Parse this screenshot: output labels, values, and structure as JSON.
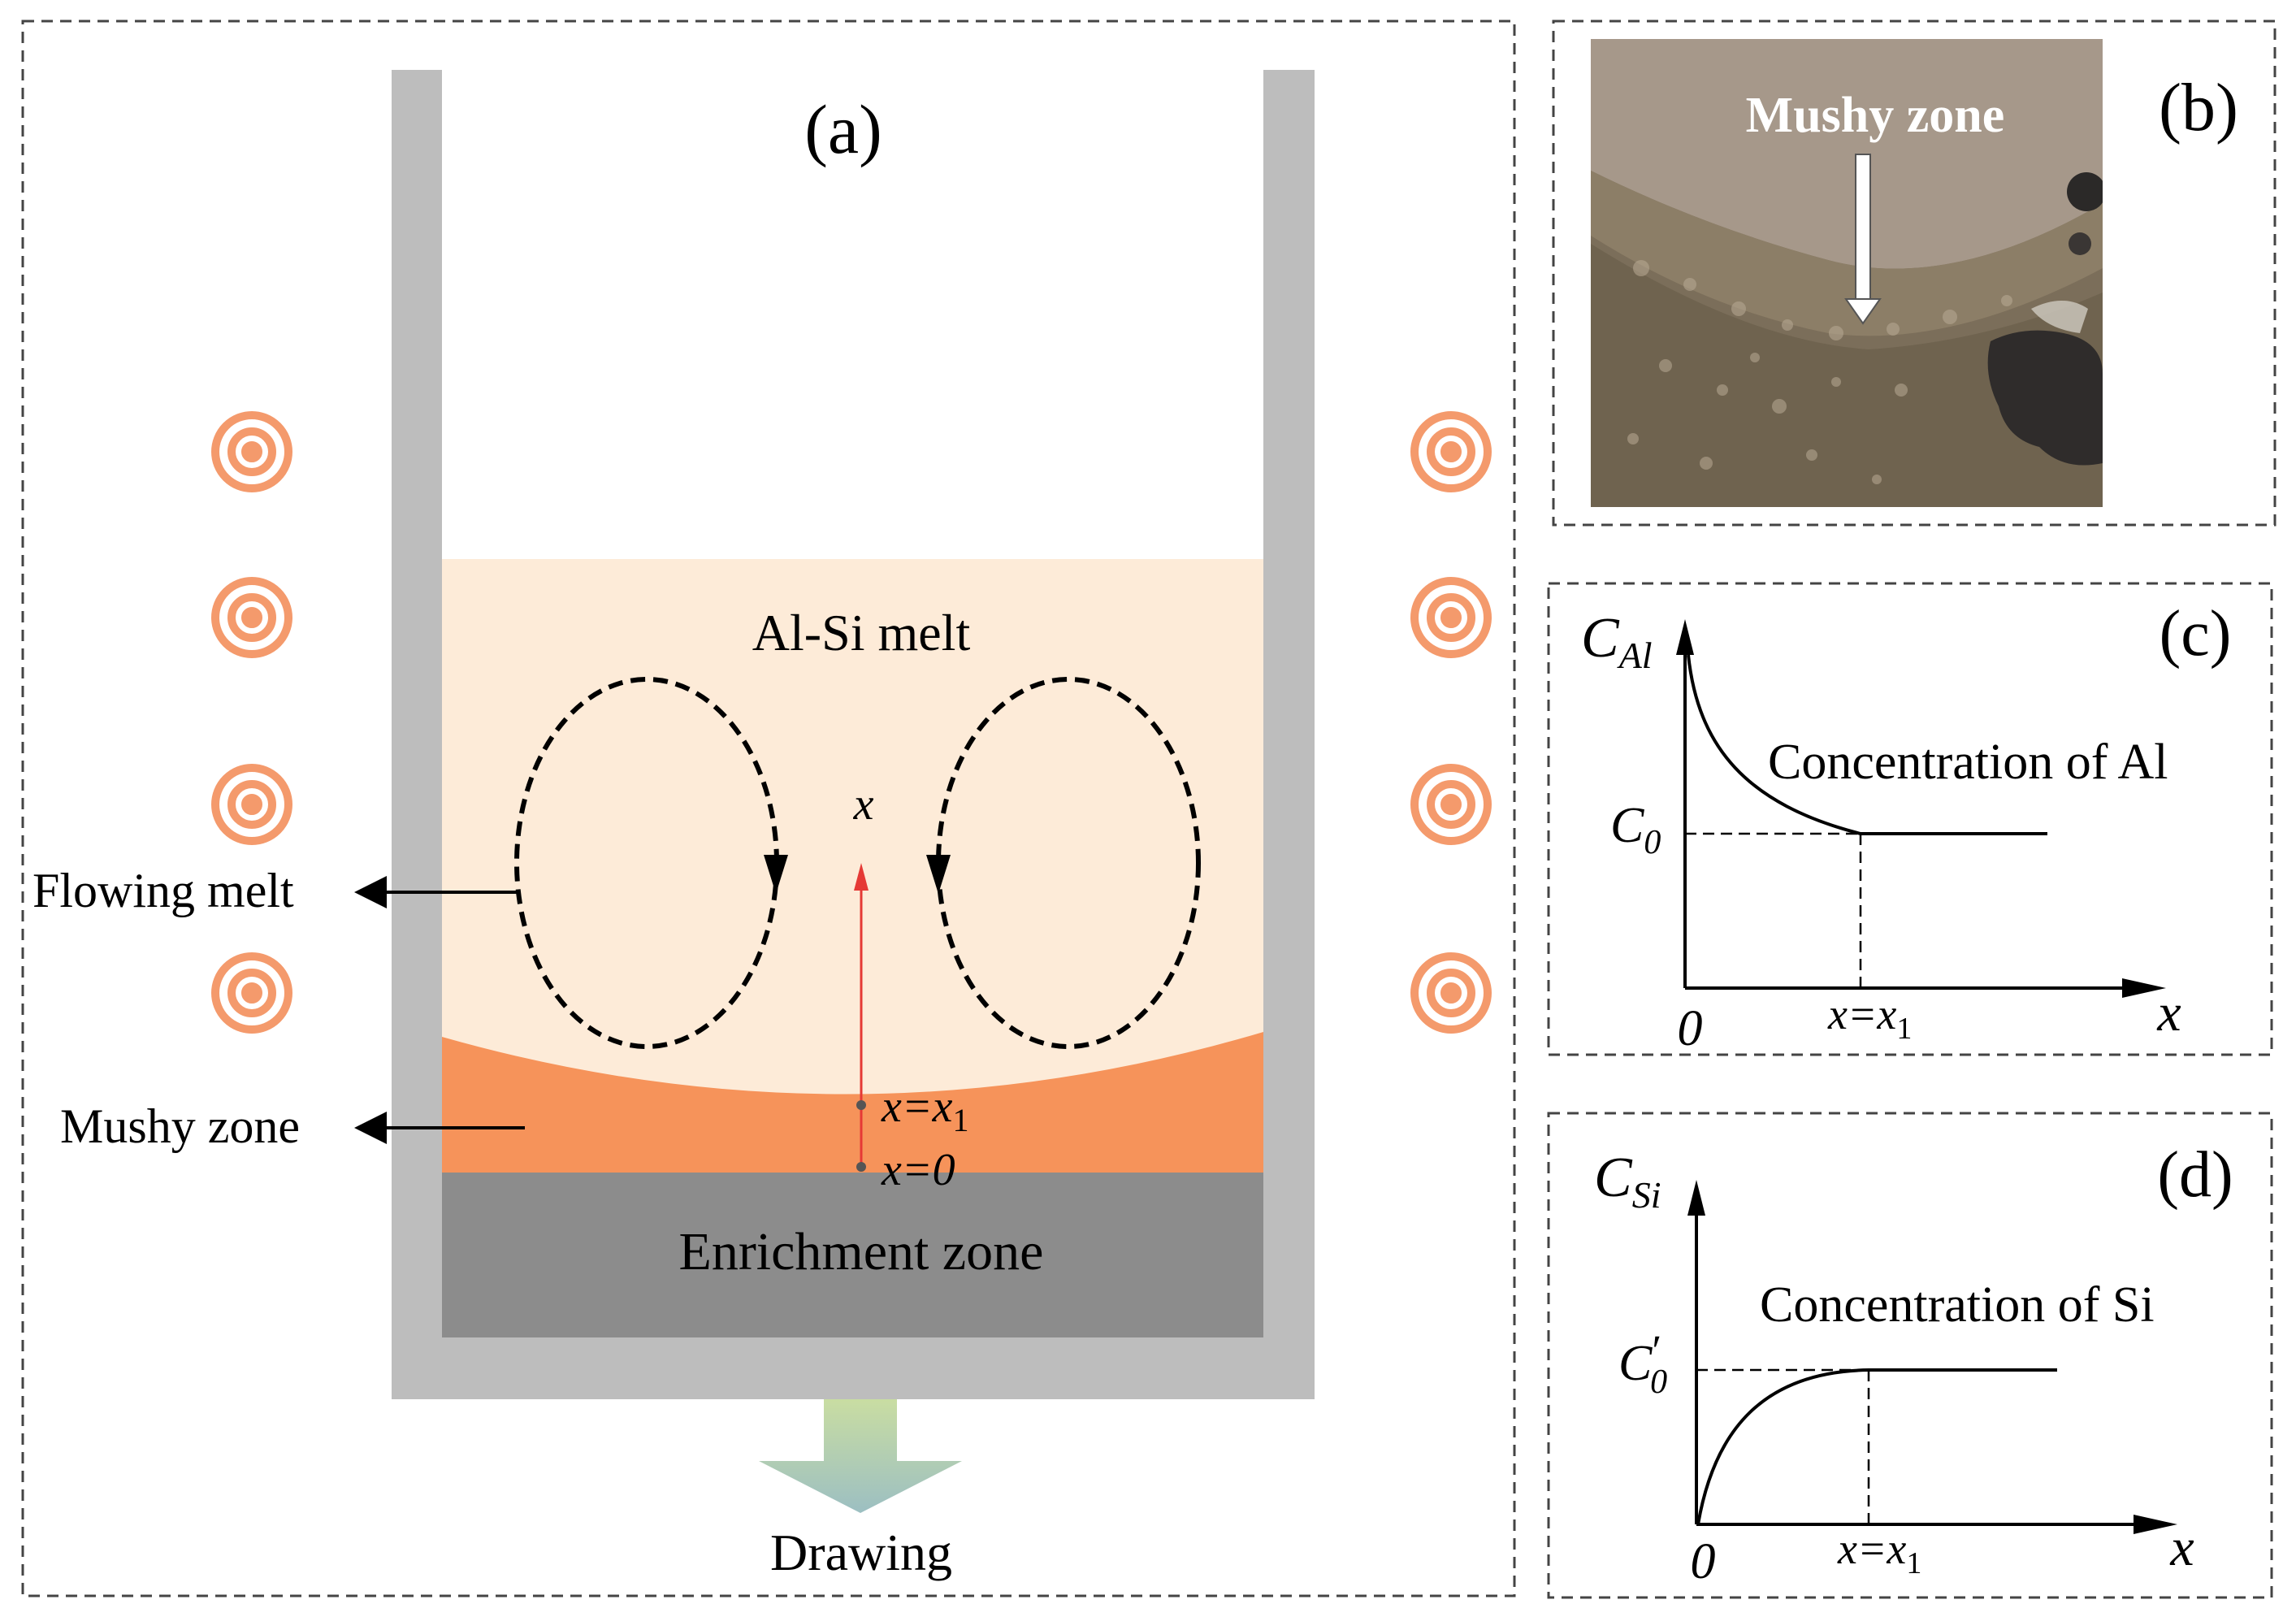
{
  "panel_a": {
    "label": "(a)",
    "melt_label": "Al-Si melt",
    "x_axis_label": "x",
    "x1_label_prefix": "x=x",
    "x1_label_subscript": "1",
    "x0_label": "x=0",
    "flowing_melt_label": "Flowing melt",
    "mushy_zone_label": "Mushy zone",
    "enrichment_zone_label": "Enrichment zone",
    "drawing_label": "Drawing",
    "colors": {
      "crucible_wall": "#bdbdbd",
      "melt": "#fdebd8",
      "mushy_zone": "#f6935a",
      "enrichment_zone": "#8c8c8c",
      "coil": "#f49a6c",
      "x_arrow": "#e53935",
      "drawing_arrow_top": "#c7dca0",
      "drawing_arrow_bottom": "#9bbfc0"
    },
    "icons": {
      "coil": "induction-coil-icon",
      "drawing": "downward-arrow-icon"
    }
  },
  "panel_b": {
    "label": "(b)",
    "photo_label": "Mushy zone",
    "photo_description_icon": "microstructure-photo-icon"
  },
  "panel_c": {
    "label": "(c)",
    "y_label_main": "C",
    "y_label_sub": "Al",
    "curve_label": "Concentration of Al",
    "c0_main": "C",
    "c0_sub": "0",
    "origin_label": "0",
    "x1_label_prefix": "x=x",
    "x1_label_subscript": "1",
    "x_axis_label": "x"
  },
  "panel_d": {
    "label": "(d)",
    "y_label_main": "C",
    "y_label_sub": "Si",
    "curve_label": "Concentration of Si",
    "c0_main": "C",
    "c0_prime": "′",
    "c0_sub": "0",
    "origin_label": "0",
    "x1_label_prefix": "x=x",
    "x1_label_subscript": "1",
    "x_axis_label": "x"
  }
}
